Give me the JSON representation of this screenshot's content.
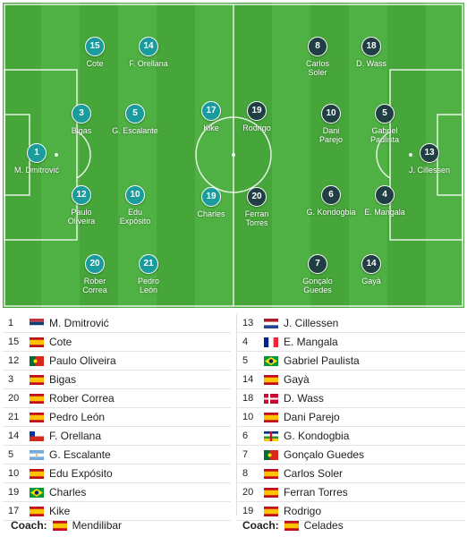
{
  "colors": {
    "home": "#1b9c9c",
    "away": "#1f3f44",
    "pitch": "#46a63a"
  },
  "pitch_players": {
    "home": [
      {
        "num": "1",
        "name": "M. Dmitrović"
      },
      {
        "num": "3",
        "name": "Bigas"
      },
      {
        "num": "12",
        "name": "Paulo\nOliveira"
      },
      {
        "num": "15",
        "name": "Cote"
      },
      {
        "num": "5",
        "name": "G. Escalante"
      },
      {
        "num": "10",
        "name": "Edu\nExpósito"
      },
      {
        "num": "14",
        "name": "F. Orellana"
      },
      {
        "num": "20",
        "name": "Rober\nCorrea"
      },
      {
        "num": "21",
        "name": "Pedro\nLeón"
      },
      {
        "num": "17",
        "name": "Kike"
      },
      {
        "num": "19",
        "name": "Charles"
      }
    ],
    "away": [
      {
        "num": "13",
        "name": "J. Cillessen"
      },
      {
        "num": "5",
        "name": "Gabriel\nPaulista"
      },
      {
        "num": "4",
        "name": "E. Mangala"
      },
      {
        "num": "18",
        "name": "D. Wass"
      },
      {
        "num": "10",
        "name": "Dani\nParejo"
      },
      {
        "num": "6",
        "name": "G. Kondogbia"
      },
      {
        "num": "14",
        "name": "Gayà"
      },
      {
        "num": "8",
        "name": "Carlos\nSoler"
      },
      {
        "num": "7",
        "name": "Gonçalo\nGuedes"
      },
      {
        "num": "19",
        "name": "Rodrigo"
      },
      {
        "num": "20",
        "name": "Ferran\nTorres"
      }
    ]
  },
  "lineup_home": [
    {
      "num": "1",
      "name": "M. Dmitrović",
      "flag": "serbia"
    },
    {
      "num": "15",
      "name": "Cote",
      "flag": "spain"
    },
    {
      "num": "12",
      "name": "Paulo Oliveira",
      "flag": "portugal"
    },
    {
      "num": "3",
      "name": "Bigas",
      "flag": "spain"
    },
    {
      "num": "20",
      "name": "Rober Correa",
      "flag": "spain"
    },
    {
      "num": "21",
      "name": "Pedro León",
      "flag": "spain"
    },
    {
      "num": "14",
      "name": "F. Orellana",
      "flag": "chile"
    },
    {
      "num": "5",
      "name": "G. Escalante",
      "flag": "argentina"
    },
    {
      "num": "10",
      "name": "Edu Expósito",
      "flag": "spain"
    },
    {
      "num": "19",
      "name": "Charles",
      "flag": "brazil"
    },
    {
      "num": "17",
      "name": "Kike",
      "flag": "spain"
    }
  ],
  "lineup_away": [
    {
      "num": "13",
      "name": "J. Cillessen",
      "flag": "netherlands"
    },
    {
      "num": "4",
      "name": "E. Mangala",
      "flag": "france"
    },
    {
      "num": "5",
      "name": "Gabriel Paulista",
      "flag": "brazil"
    },
    {
      "num": "14",
      "name": "Gayà",
      "flag": "spain"
    },
    {
      "num": "18",
      "name": "D. Wass",
      "flag": "denmark"
    },
    {
      "num": "10",
      "name": "Dani Parejo",
      "flag": "spain"
    },
    {
      "num": "6",
      "name": "G. Kondogbia",
      "flag": "central-african-republic"
    },
    {
      "num": "7",
      "name": "Gonçalo Guedes",
      "flag": "portugal"
    },
    {
      "num": "8",
      "name": "Carlos Soler",
      "flag": "spain"
    },
    {
      "num": "20",
      "name": "Ferran Torres",
      "flag": "spain"
    },
    {
      "num": "19",
      "name": "Rodrigo",
      "flag": "spain"
    }
  ],
  "coach_label": "Coach:",
  "coach_home": {
    "name": "Mendilibar",
    "flag": "spain"
  },
  "coach_away": {
    "name": "Celades",
    "flag": "spain"
  }
}
